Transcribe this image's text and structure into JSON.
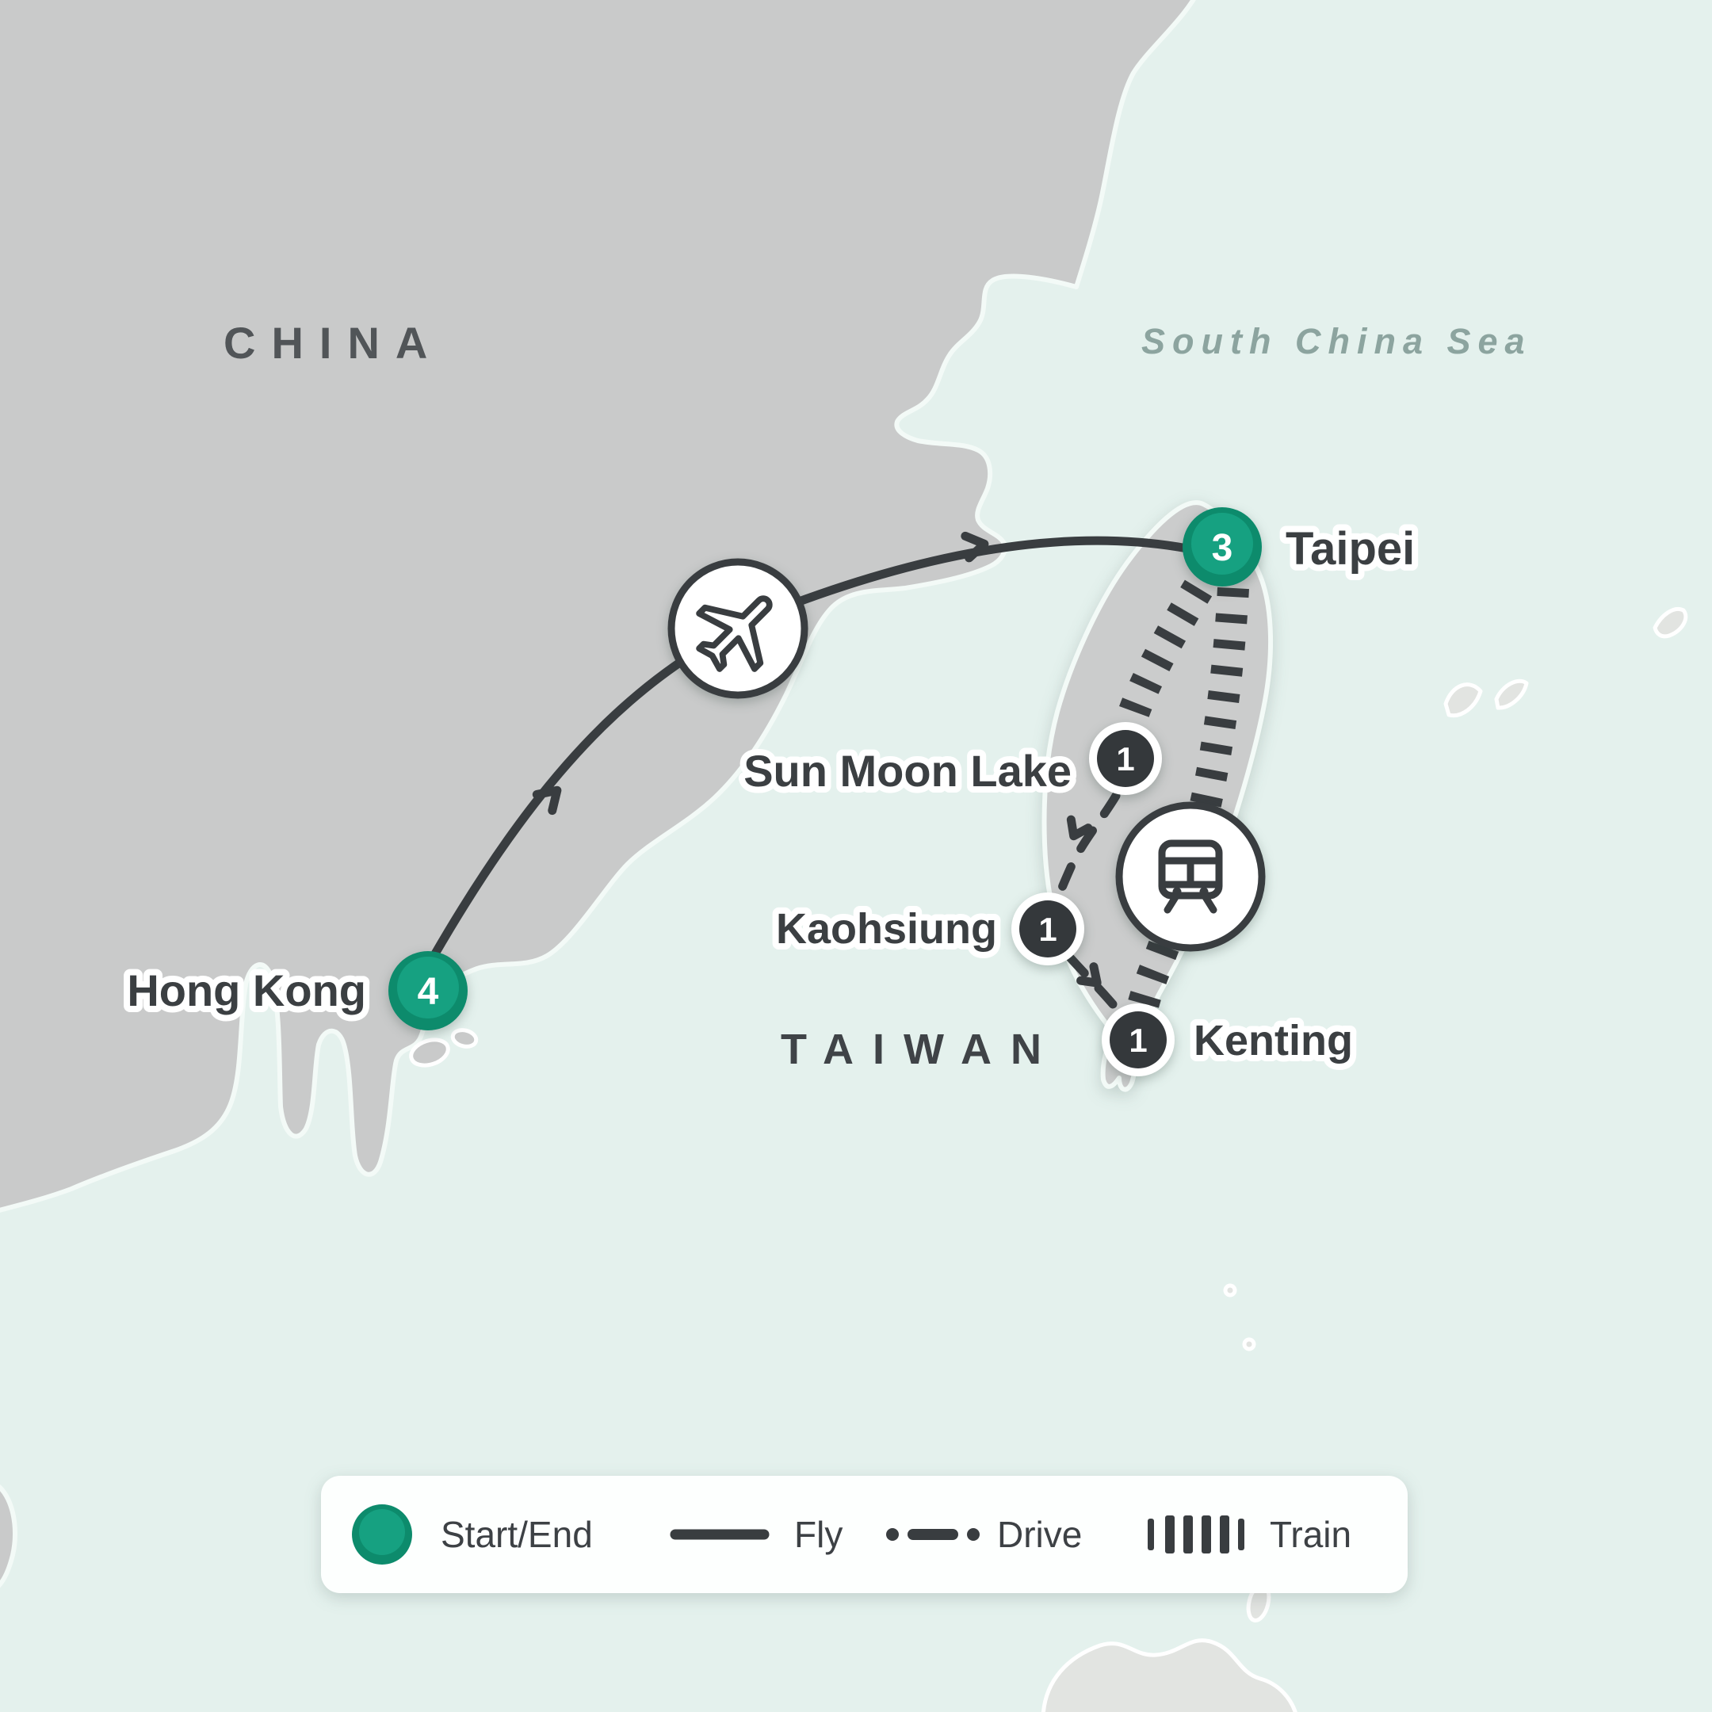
{
  "map": {
    "regions": {
      "china": "CHINA",
      "sea": "South China Sea",
      "taiwan": "TAIWAN"
    },
    "stops": [
      {
        "id": "hong-kong",
        "name": "Hong Kong",
        "nights": "4",
        "marker": "start-end"
      },
      {
        "id": "taipei",
        "name": "Taipei",
        "nights": "3",
        "marker": "start-end"
      },
      {
        "id": "sun-moon-lake",
        "name": "Sun Moon Lake",
        "nights": "1",
        "marker": "overnight"
      },
      {
        "id": "kaohsiung",
        "name": "Kaohsiung",
        "nights": "1",
        "marker": "overnight"
      },
      {
        "id": "kenting",
        "name": "Kenting",
        "nights": "1",
        "marker": "overnight"
      }
    ],
    "transport": [
      {
        "id": "plane-icon",
        "meaning": "flight Hong Kong to Taipei"
      },
      {
        "id": "train-icon",
        "meaning": "train along Taiwan east coast"
      }
    ],
    "colors": {
      "sea": "#e4f1ed",
      "land": "#c9caca",
      "island": "#cbcccc",
      "minor_island": "#e2e4e1",
      "route": "#393d40",
      "green_outer": "#0d8b6c",
      "green_inner": "#16a181",
      "dark_badge": "#34383b",
      "legend_bg": "#fdfffe",
      "icon_bg": "#ffffff"
    }
  },
  "legend": {
    "items": [
      {
        "label": "Start/End",
        "symbol": "green-dot"
      },
      {
        "label": "Fly",
        "symbol": "solid-line"
      },
      {
        "label": "Drive",
        "symbol": "dashed-line"
      },
      {
        "label": "Train",
        "symbol": "hatched-line"
      }
    ]
  }
}
